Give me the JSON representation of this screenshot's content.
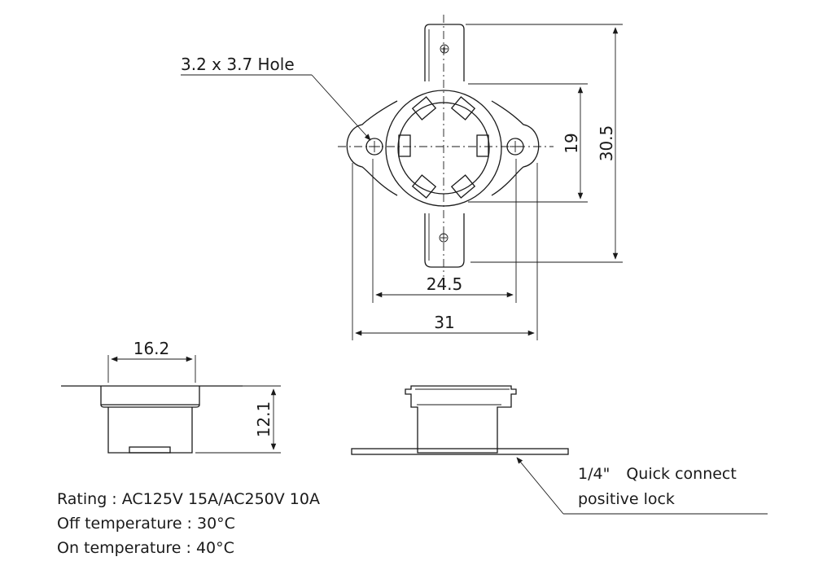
{
  "callouts": {
    "hole": "3.2 x 3.7 Hole",
    "terminal_size": "1/4\"",
    "terminal_desc": "Quick connect",
    "terminal_desc2": "positive lock"
  },
  "dimensions": {
    "height_overall": "30.5",
    "height_body": "19",
    "width_holes": "24.5",
    "width_overall": "31",
    "side_width": "16.2",
    "side_height": "12.1"
  },
  "specs": {
    "rating": "Rating : AC125V 15A/AC250V 10A",
    "off_temp": "Off temperature : 30°C",
    "on_temp": "On temperature : 40°C"
  }
}
